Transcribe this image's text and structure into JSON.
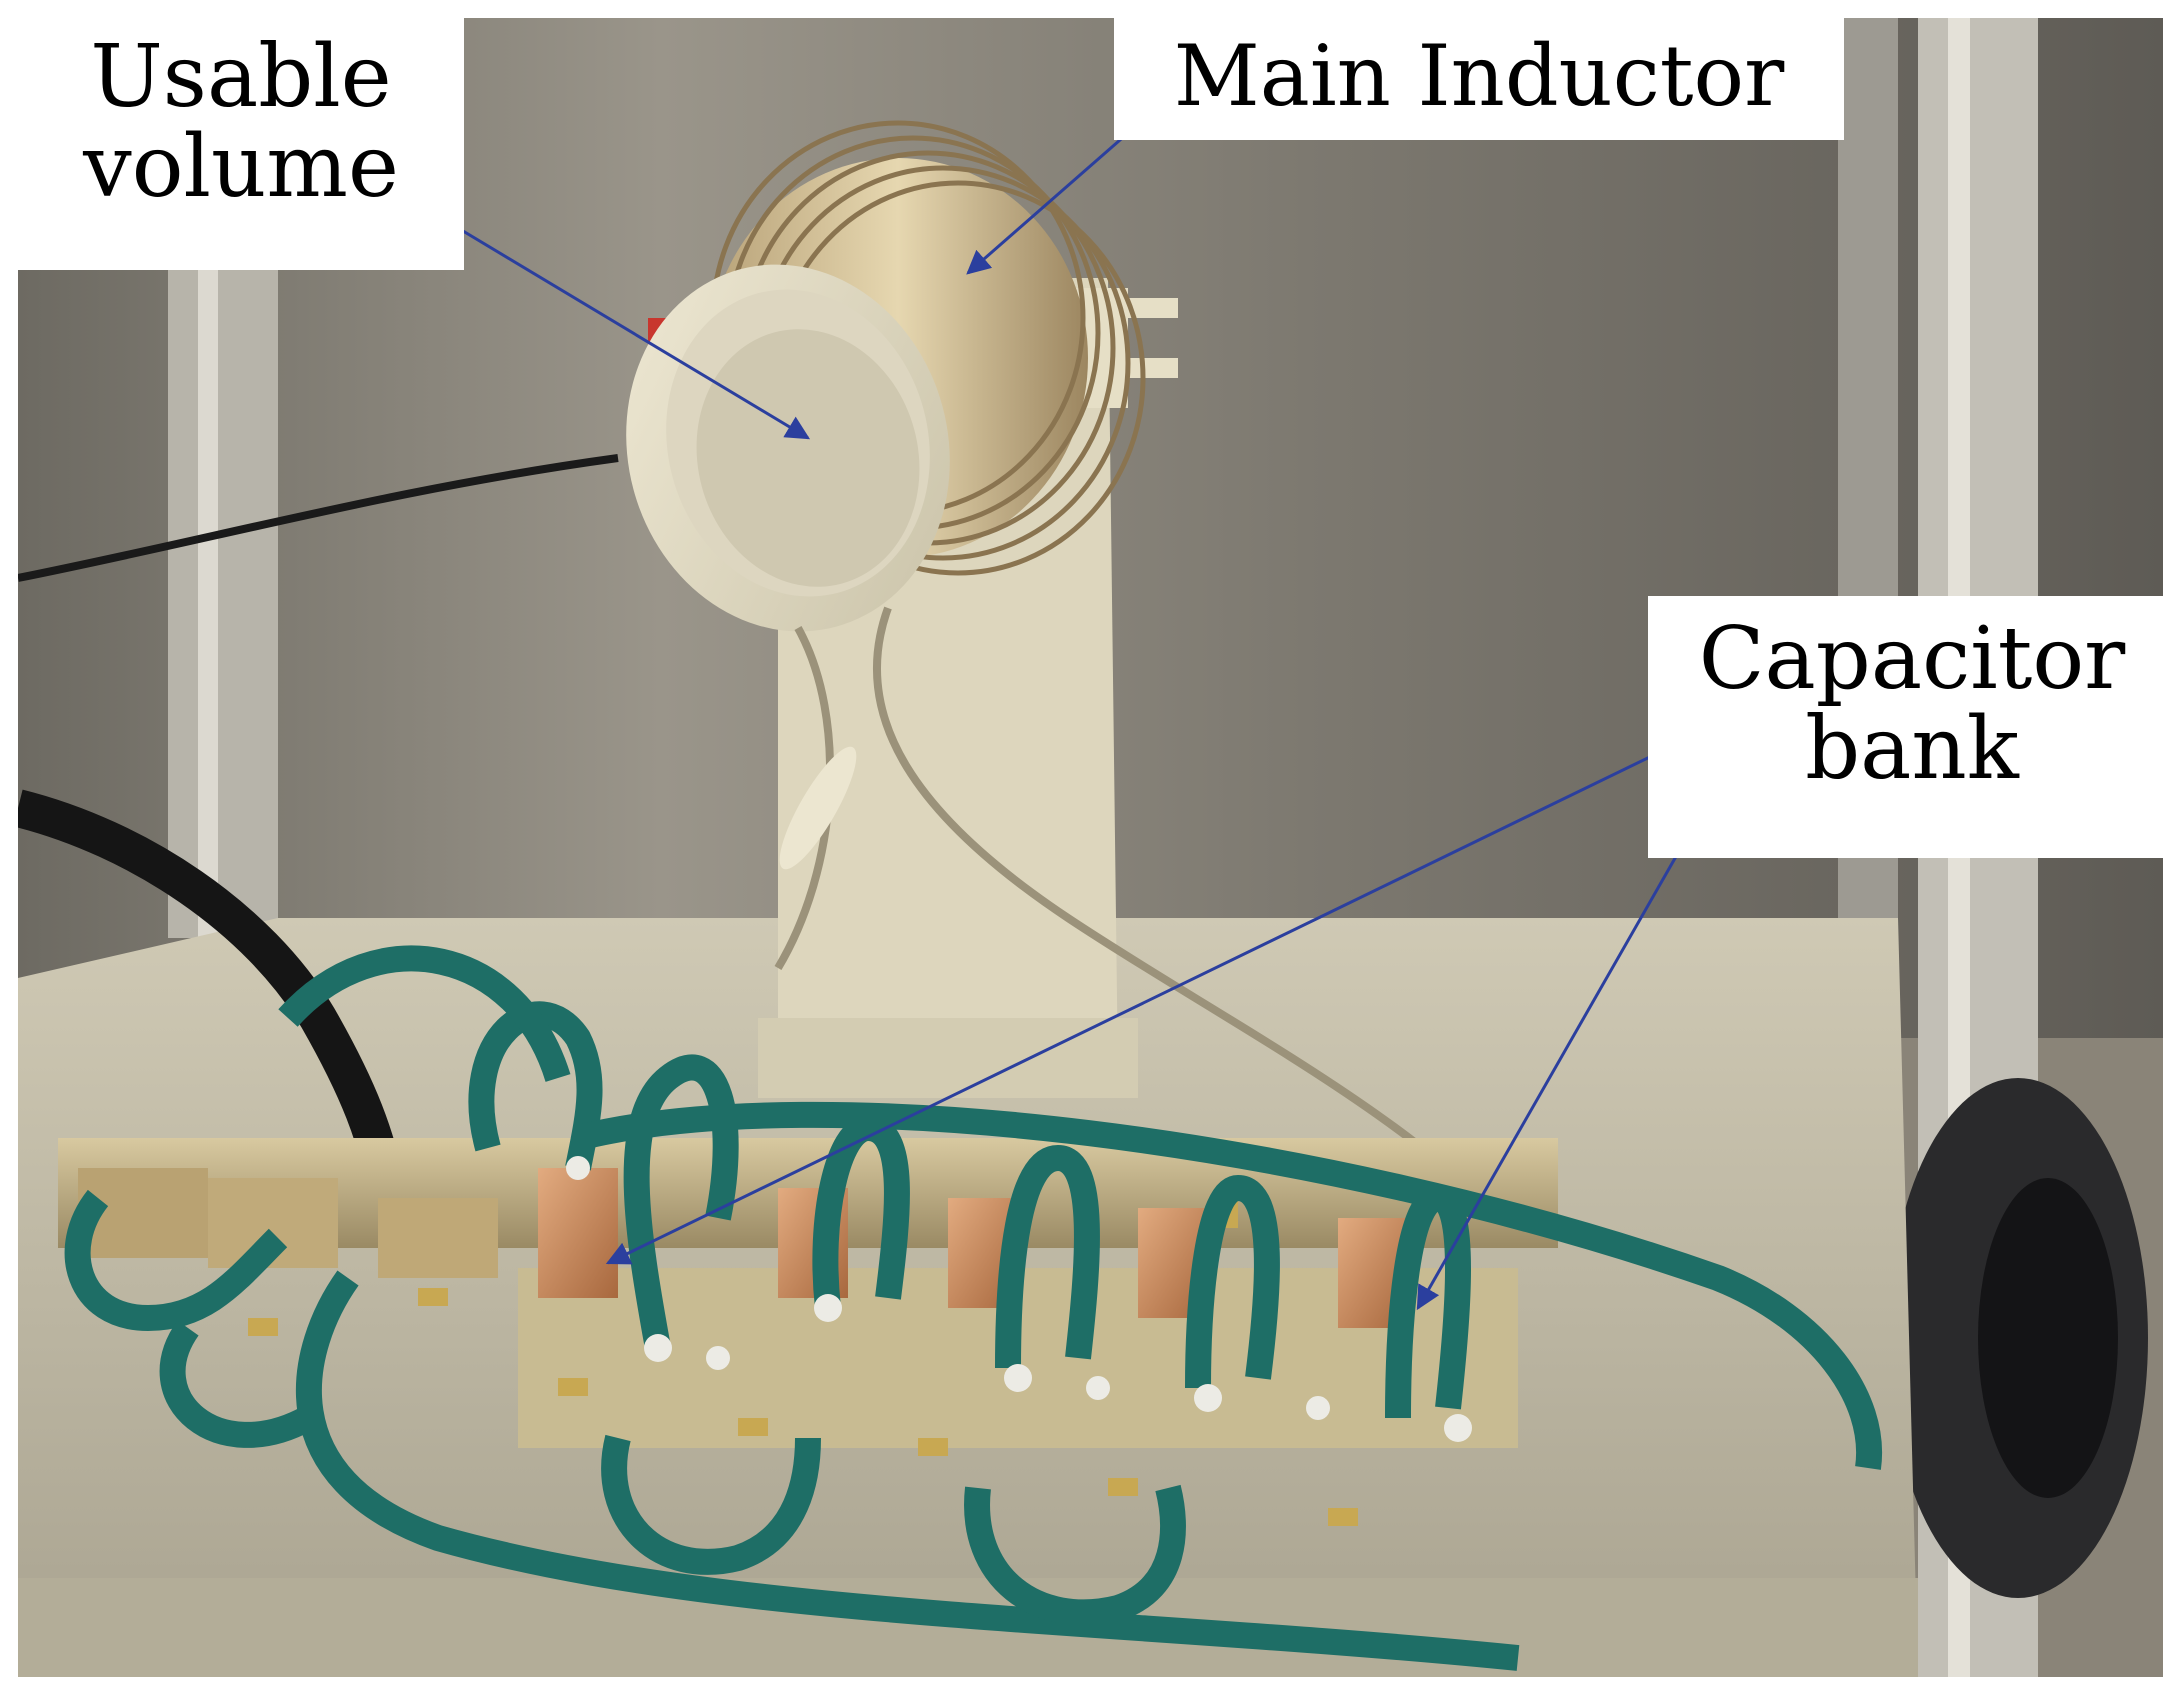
{
  "image": {
    "description_free": true,
    "labels": {
      "usable_volume": {
        "line1": "Usable",
        "line2": "volume"
      },
      "main_inductor": {
        "text": "Main Inductor"
      },
      "capacitor_bank": {
        "line1": "Capacitor",
        "line2": "bank"
      }
    },
    "colors": {
      "arrow": "#2b3f9e",
      "hose": "#1e6e66",
      "steel": "#8e8a80",
      "cream": "#e8e1c8",
      "copper": "#c98a58",
      "brass": "#c8a852"
    }
  }
}
